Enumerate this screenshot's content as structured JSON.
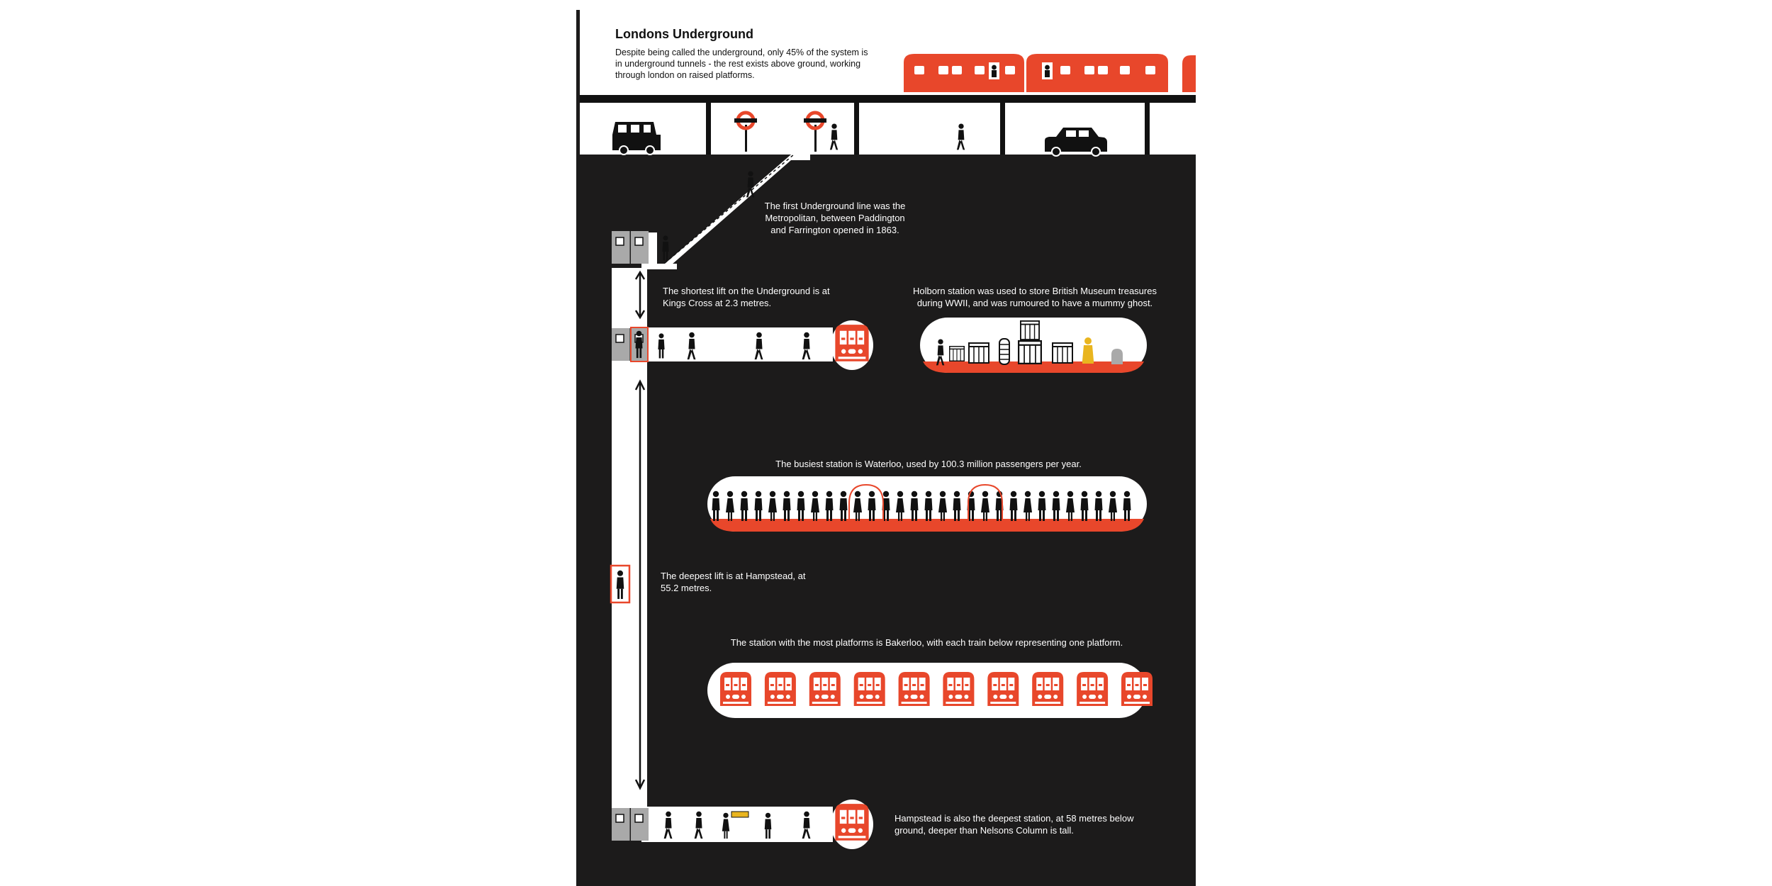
{
  "title": "Londons Underground",
  "intro": "Despite being called the underground, only 45% of the system is in underground tunnels - the rest exists above ground, working through london on raised platforms.",
  "facts": {
    "first_line": "The first Underground line was the Metropolitan, between Paddington and Farrington opened in 1863.",
    "shortest_lift": "The shortest lift on the Underground is at Kings Cross at 2.3 metres.",
    "holborn": "Holborn station was used to store British Museum treasures during WWII, and was rumoured to have a mummy ghost.",
    "busiest": "The busiest station is Waterloo, used by 100.3 million passengers per year.",
    "deepest_lift": "The deepest lift is at Hampstead, at 55.2 metres.",
    "most_platforms": "The station with the most platforms is Bakerloo, with each train below representing one platform.",
    "deepest_station": "Hampstead is also the deepest station, at 58 metres below ground, deeper than Nelsons Column is tall."
  },
  "stats": {
    "waterloo_passenger_figures": 30,
    "bakerloo_platform_trains": 10
  },
  "icons": {
    "roundel": "underground-roundel-icon",
    "taxi": "black-cab-icon",
    "car": "car-icon",
    "person": "person-icon",
    "crate": "crate-icon",
    "mummy": "mummy-icon",
    "train_front": "train-front-icon",
    "lift": "lift-door-icon"
  },
  "colors": {
    "background": "#1c1b1b",
    "red": "#e8472b",
    "white": "#ffffff",
    "gold": "#e9b51f",
    "grey": "#a9a9a9",
    "ink": "#111111"
  }
}
